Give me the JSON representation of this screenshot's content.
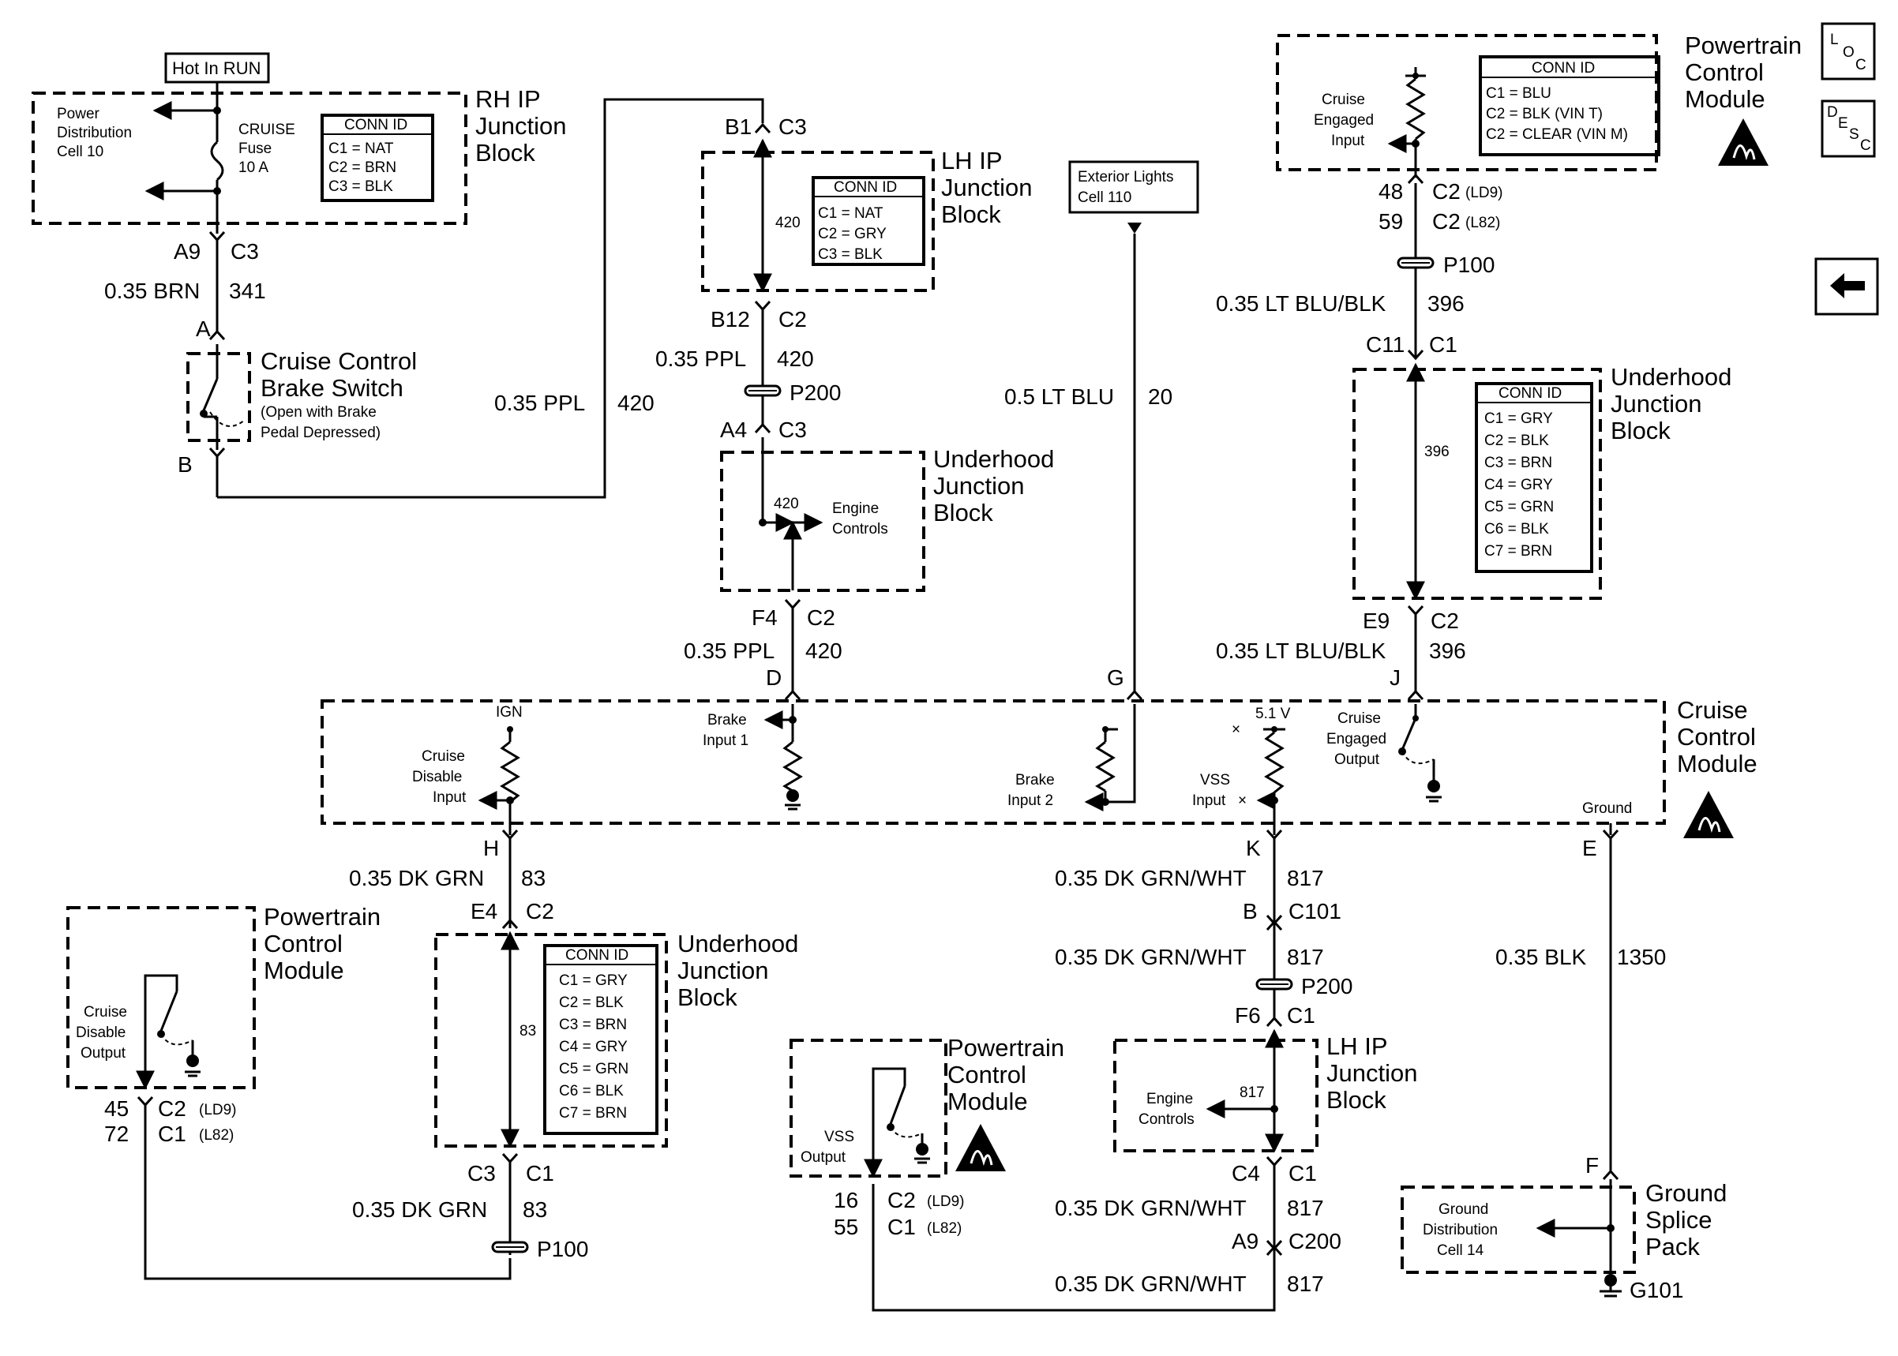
{
  "rh_ip_block": {
    "title": [
      "RH IP",
      "Junction",
      "Block"
    ],
    "hot_label": "Hot In RUN",
    "power_dist": [
      "Power",
      "Distribution",
      "Cell 10"
    ],
    "fuse": [
      "CRUISE",
      "Fuse",
      "10 A"
    ],
    "conn_title": "CONN ID",
    "conn": [
      "C1 = NAT",
      "C2 = BRN",
      "C3 = BLK"
    ]
  },
  "brake_switch": {
    "title": [
      "Cruise Control",
      "Brake Switch"
    ],
    "note": [
      "(Open with Brake",
      "Pedal Depressed)"
    ],
    "pin_a": "A",
    "pin_b": "B"
  },
  "wire_a9": {
    "pin": "A9",
    "conn": "C3",
    "gauge": "0.35 BRN",
    "circuit": "341"
  },
  "wire_ppl_left": {
    "gauge": "0.35 PPL",
    "circuit": "420"
  },
  "lh_ip_block_top": {
    "title": [
      "LH IP",
      "Junction",
      "Block"
    ],
    "top_pin": "B1",
    "top_conn": "C3",
    "inner": "420",
    "bottom_pin": "B12",
    "bottom_conn": "C2",
    "conn_title": "CONN ID",
    "conn": [
      "C1 = NAT",
      "C2 = GRY",
      "C3 = BLK"
    ]
  },
  "wire_b12": {
    "gauge": "0.35 PPL",
    "circuit": "420",
    "splice": "P200",
    "pin": "A4",
    "conn": "C3"
  },
  "uh_block_mid": {
    "title": [
      "Underhood",
      "Junction",
      "Block"
    ],
    "inner": "420",
    "engine": [
      "Engine",
      "Controls"
    ],
    "pin": "F4",
    "conn": "C2"
  },
  "wire_f4": {
    "gauge": "0.35 PPL",
    "circuit": "420",
    "pin": "D"
  },
  "ext_lights": {
    "label": [
      "Exterior Lights",
      "Cell 110"
    ],
    "gauge": "0.5 LT BLU",
    "circuit": "20",
    "pin": "G"
  },
  "pcm_top": {
    "title": [
      "Powertrain",
      "Control",
      "Module"
    ],
    "input": [
      "Cruise",
      "Engaged",
      "Input"
    ],
    "conn_title": "CONN ID",
    "conn": [
      "C1 = BLU",
      "C2 = BLK (VIN T)",
      "C2 = CLEAR (VIN M)"
    ],
    "pin1": "48",
    "conn1": "C2",
    "opt1": "(LD9)",
    "pin2": "59",
    "conn2": "C2",
    "opt2": "(L82)",
    "splice": "P100"
  },
  "wire_396": {
    "gauge": "0.35 LT BLU/BLK",
    "circuit": "396",
    "pin": "C11",
    "conn": "C1"
  },
  "uh_block_right": {
    "title": [
      "Underhood",
      "Junction",
      "Block"
    ],
    "inner": "396",
    "conn_title": "CONN ID",
    "conn": [
      "C1 = GRY",
      "C2 = BLK",
      "C3 = BRN",
      "C4 = GRY",
      "C5 = GRN",
      "C6 = BLK",
      "C7 = BRN"
    ],
    "pin": "E9",
    "conn_out": "C2"
  },
  "wire_e9": {
    "gauge": "0.35 LT BLU/BLK",
    "circuit": "396",
    "pin": "J"
  },
  "ccm": {
    "title": [
      "Cruise",
      "Control",
      "Module"
    ],
    "ign": "IGN",
    "disable": [
      "Cruise",
      "Disable",
      "Input"
    ],
    "brake1": [
      "Brake",
      "Input 1"
    ],
    "brake2": [
      "Brake",
      "Input 2"
    ],
    "volt": "5.1 V",
    "vss": [
      "VSS",
      "Input"
    ],
    "engaged": [
      "Cruise",
      "Engaged",
      "Output"
    ],
    "ground": "Ground",
    "marks": [
      "×",
      "×"
    ]
  },
  "wire_h": {
    "pin": "H",
    "gauge": "0.35 DK GRN",
    "circuit": "83",
    "pin2": "E4",
    "conn2": "C2"
  },
  "pcm_left": {
    "title": [
      "Powertrain",
      "Control",
      "Module"
    ],
    "output": [
      "Cruise",
      "Disable",
      "Output"
    ],
    "pin1": "45",
    "conn1": "C2",
    "opt1": "(LD9)",
    "pin2": "72",
    "conn2": "C1",
    "opt2": "(L82)"
  },
  "uh_block_bottom": {
    "title": [
      "Underhood",
      "Junction",
      "Block"
    ],
    "inner": "83",
    "conn_title": "CONN ID",
    "conn": [
      "C1 = GRY",
      "C2 = BLK",
      "C3 = BRN",
      "C4 = GRY",
      "C5 = GRN",
      "C6 = BLK",
      "C7 = BRN"
    ],
    "pin": "C3",
    "conn_out": "C1",
    "gauge": "0.35 DK GRN",
    "circuit": "83",
    "splice": "P100"
  },
  "wire_k": {
    "pin": "K",
    "gauge": "0.35 DK GRN/WHT",
    "circuit": "817",
    "pin2": "B",
    "conn2": "C101",
    "gauge2": "0.35 DK GRN/WHT",
    "circuit2": "817",
    "splice": "P200",
    "pin3": "F6",
    "conn3": "C1"
  },
  "lh_ip_block_bottom": {
    "title": [
      "LH IP",
      "Junction",
      "Block"
    ],
    "engine": [
      "Engine",
      "Controls"
    ],
    "inner": "817",
    "pin": "C4",
    "conn": "C1",
    "gauge": "0.35 DK GRN/WHT",
    "circuit": "817",
    "pin2": "A9",
    "conn2": "C200",
    "gauge2": "0.35 DK GRN/WHT",
    "circuit2": "817"
  },
  "pcm_bottom": {
    "title": [
      "Powertrain",
      "Control",
      "Module"
    ],
    "output": [
      "VSS",
      "Output"
    ],
    "pin1": "16",
    "conn1": "C2",
    "opt1": "(LD9)",
    "pin2": "55",
    "conn2": "C1",
    "opt2": "(L82)"
  },
  "ground_wire": {
    "pin": "E",
    "gauge": "0.35 BLK",
    "circuit": "1350",
    "pin2": "F"
  },
  "ground_splice": {
    "title": [
      "Ground",
      "Splice",
      "Pack"
    ],
    "dist": [
      "Ground",
      "Distribution",
      "Cell 14"
    ],
    "g": "G101"
  },
  "nav": {
    "loc": [
      "L",
      "O",
      "C"
    ],
    "desc": [
      "D",
      "E",
      "S",
      "C"
    ],
    "back_icon": "arrow-left-icon"
  }
}
